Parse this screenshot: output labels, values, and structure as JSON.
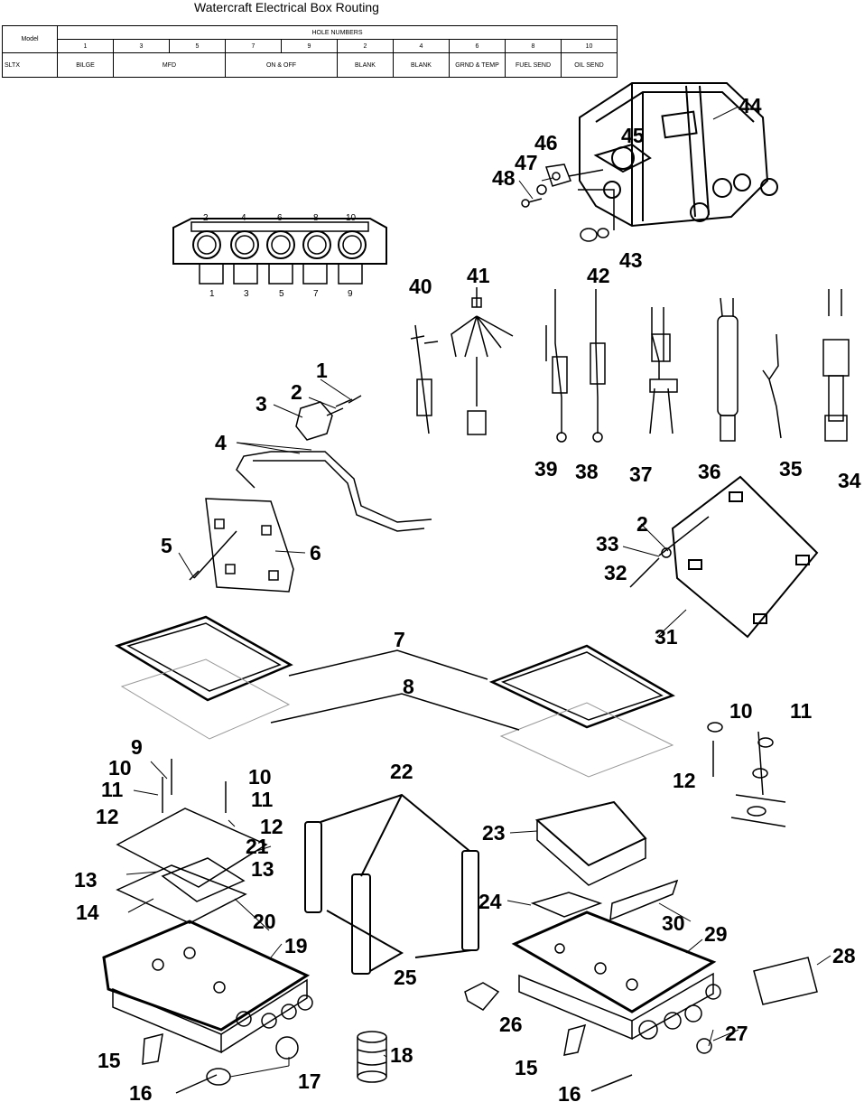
{
  "title": "Watercraft Electrical Box Routing",
  "table": {
    "model_header": "Model",
    "hole_numbers_header": "HOLE NUMBERS",
    "hole_numbers": [
      "1",
      "3",
      "5",
      "7",
      "9",
      "2",
      "4",
      "6",
      "8",
      "10"
    ],
    "model": "SLTX",
    "cells": [
      "BILGE",
      "MFD",
      "ON & OFF",
      "BLANK",
      "BLANK",
      "GRND & TEMP",
      "FUEL SEND",
      "OIL SEND"
    ]
  },
  "connector_top_numbers": [
    "2",
    "4",
    "6",
    "8",
    "10"
  ],
  "connector_bottom_numbers": [
    "1",
    "3",
    "5",
    "7",
    "9"
  ],
  "callouts": [
    "1",
    "2",
    "3",
    "4",
    "5",
    "6",
    "7",
    "8",
    "9",
    "10",
    "11",
    "12",
    "13",
    "14",
    "15",
    "16",
    "17",
    "18",
    "19",
    "20",
    "21",
    "22",
    "23",
    "24",
    "25",
    "26",
    "27",
    "28",
    "29",
    "30",
    "31",
    "32",
    "33",
    "34",
    "35",
    "36",
    "37",
    "38",
    "39",
    "40",
    "41",
    "42",
    "43",
    "44",
    "45",
    "46",
    "47",
    "48"
  ]
}
